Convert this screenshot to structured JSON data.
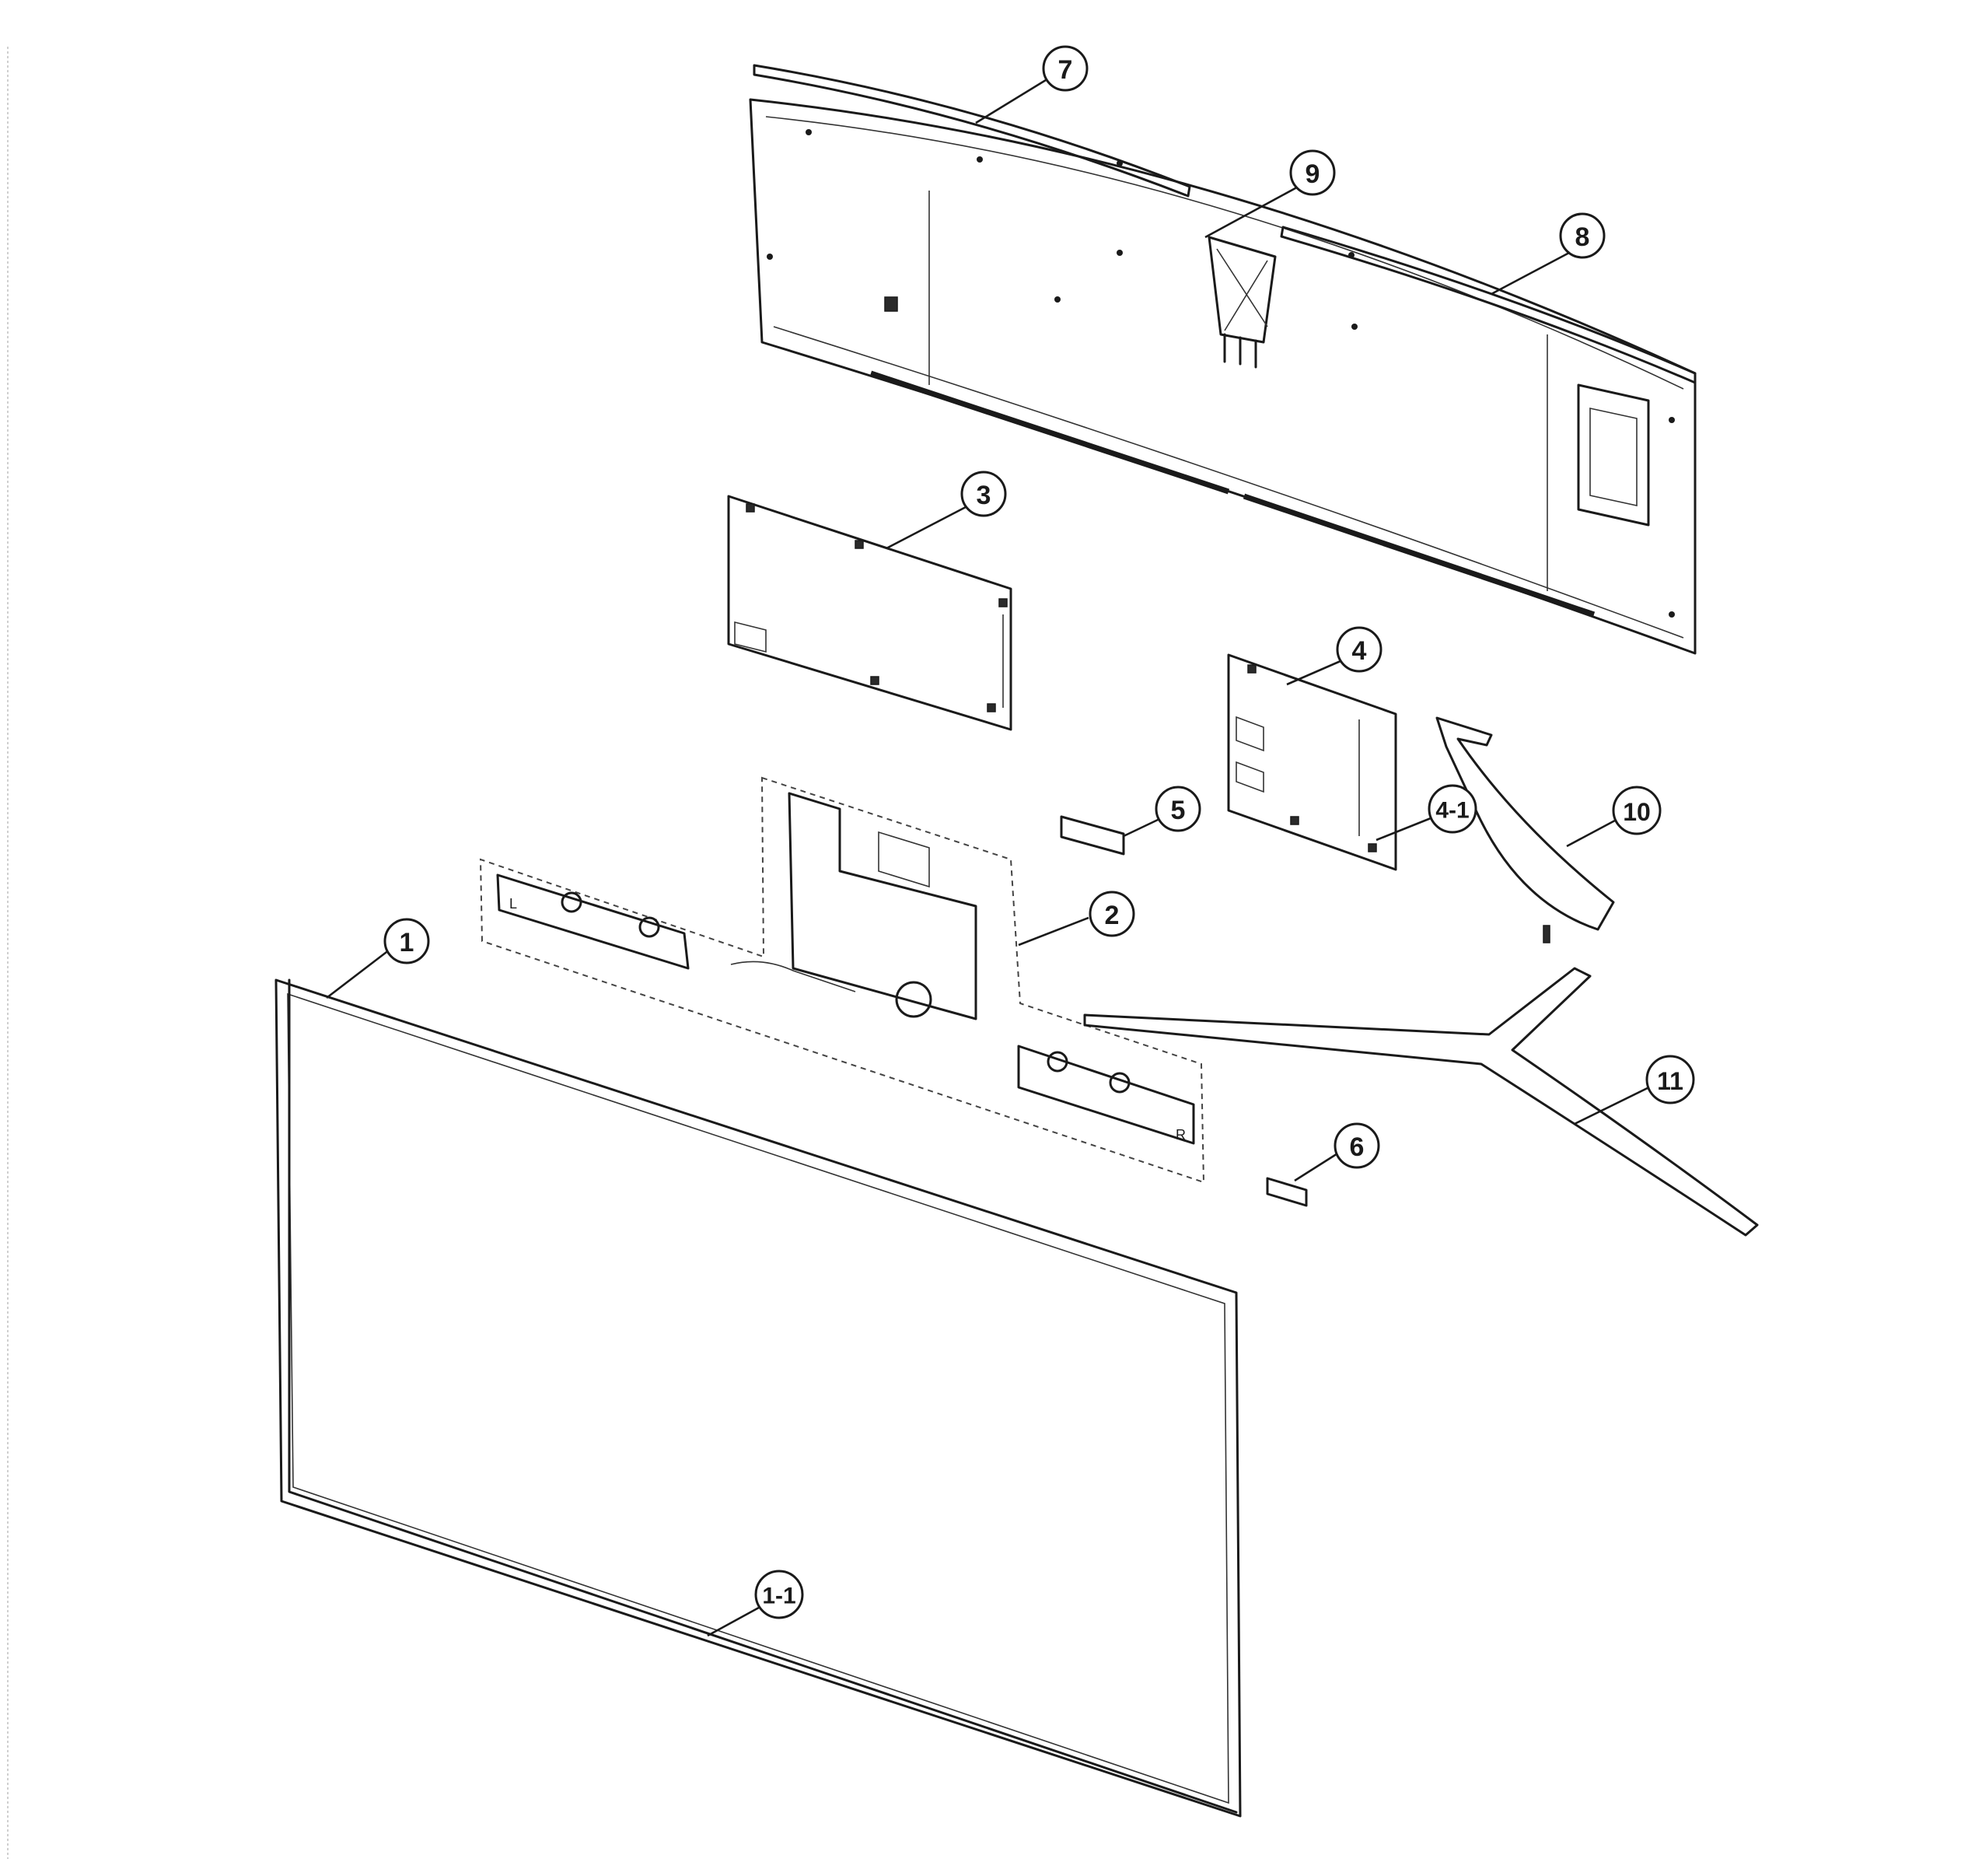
{
  "diagram": {
    "callouts": [
      {
        "id": "1",
        "label": "1"
      },
      {
        "id": "1-1",
        "label": "1-1"
      },
      {
        "id": "2",
        "label": "2"
      },
      {
        "id": "3",
        "label": "3"
      },
      {
        "id": "4",
        "label": "4"
      },
      {
        "id": "4-1",
        "label": "4-1"
      },
      {
        "id": "5",
        "label": "5"
      },
      {
        "id": "6",
        "label": "6"
      },
      {
        "id": "7",
        "label": "7"
      },
      {
        "id": "8",
        "label": "8"
      },
      {
        "id": "9",
        "label": "9"
      },
      {
        "id": "10",
        "label": "10"
      },
      {
        "id": "11",
        "label": "11"
      }
    ],
    "bracket_marks": {
      "left": "L",
      "right": "R"
    }
  }
}
